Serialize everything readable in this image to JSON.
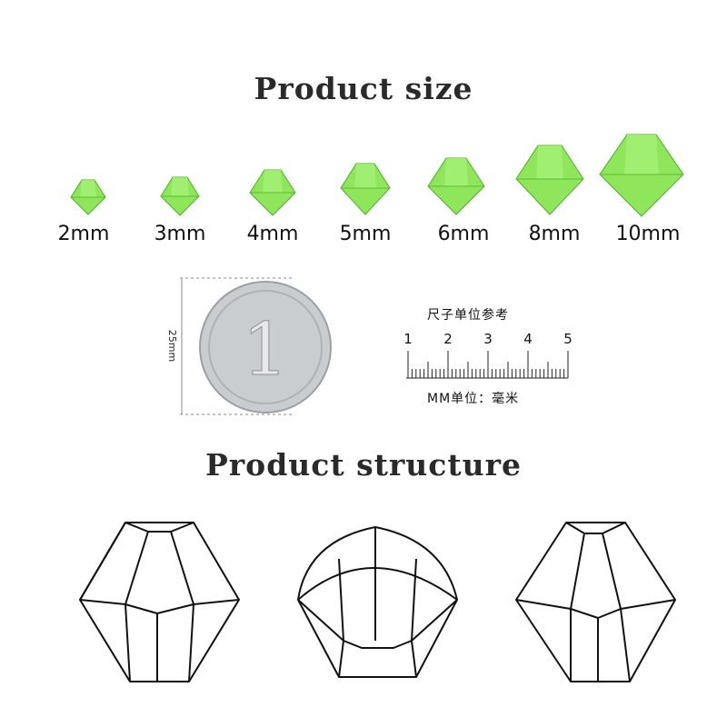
{
  "titles": {
    "size": "Product size",
    "structure": "Product structure"
  },
  "colors": {
    "bead_green": "#8fe65a",
    "bead_dark": "#4fae2e",
    "coin_silver": "#c9cdd0"
  },
  "sizes": [
    {
      "label": "2mm",
      "mm": 2
    },
    {
      "label": "3mm",
      "mm": 3
    },
    {
      "label": "4mm",
      "mm": 4
    },
    {
      "label": "5mm",
      "mm": 5
    },
    {
      "label": "6mm",
      "mm": 6
    },
    {
      "label": "8mm",
      "mm": 8
    },
    {
      "label": "10mm",
      "mm": 10
    }
  ],
  "coin": {
    "dimension_label": "25mm"
  },
  "ruler": {
    "title": "尺子单位参考",
    "unit_label": "MM单位：毫米",
    "numbers": [
      "1",
      "2",
      "3",
      "4",
      "5"
    ]
  },
  "structure_icons": [
    "bicone-front-icon",
    "bicone-top-icon",
    "bicone-angle-icon"
  ]
}
